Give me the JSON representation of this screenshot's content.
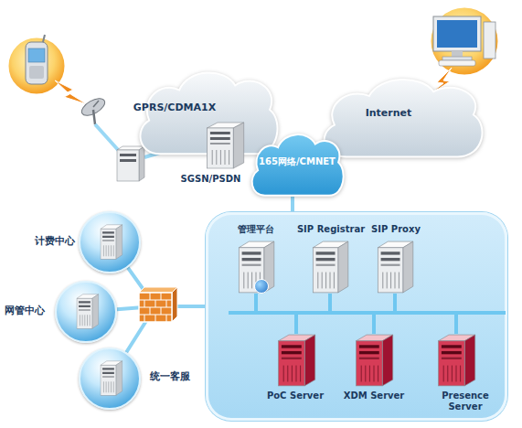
{
  "diagram": {
    "nodes": [
      {
        "text": [
          "GPRS/CDMA1X"
        ]
      },
      {
        "text": [
          "Internet"
        ]
      },
      {
        "text": [
          "SGSN/PSDN"
        ]
      },
      {
        "text": [
          "165网络/CMNET"
        ]
      },
      {
        "text": [
          "计费中心"
        ]
      },
      {
        "text": [
          "网管中心"
        ]
      },
      {
        "text": [
          "统一客服"
        ]
      },
      {
        "text": []
      },
      {
        "text": [
          "管理平台"
        ],
        "in": 7
      },
      {
        "text": [
          "SIP Registrar"
        ],
        "in": 7
      },
      {
        "text": [
          "SIP Proxy"
        ],
        "in": 7
      },
      {
        "text": [
          "PoC Server"
        ],
        "in": 7
      },
      {
        "text": [
          "XDM Server"
        ],
        "in": 7
      },
      {
        "text": [
          "Presence Server"
        ],
        "in": 7
      }
    ],
    "edges": [
      {
        "from": 3,
        "to": 7,
        "arrow": "none"
      },
      {
        "from": 4,
        "to": 7,
        "arrow": "none"
      },
      {
        "from": 5,
        "to": 7,
        "arrow": "none"
      },
      {
        "from": 6,
        "to": 7,
        "arrow": "none"
      }
    ]
  }
}
